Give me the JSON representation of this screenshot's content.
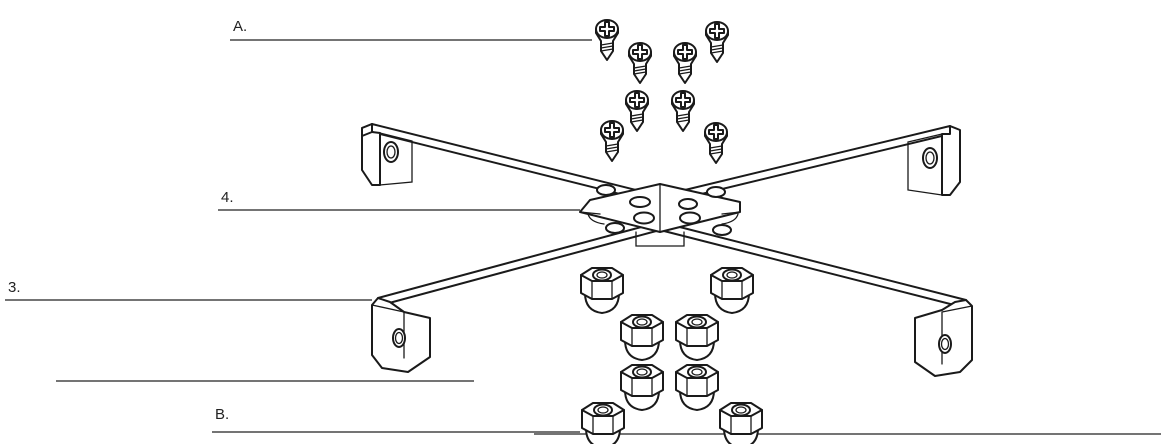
{
  "labels": {
    "a": "A.",
    "four": "4.",
    "three": "3.",
    "b": "B."
  },
  "colors": {
    "ink": "#1a1a1a",
    "paper": "#ffffff"
  }
}
